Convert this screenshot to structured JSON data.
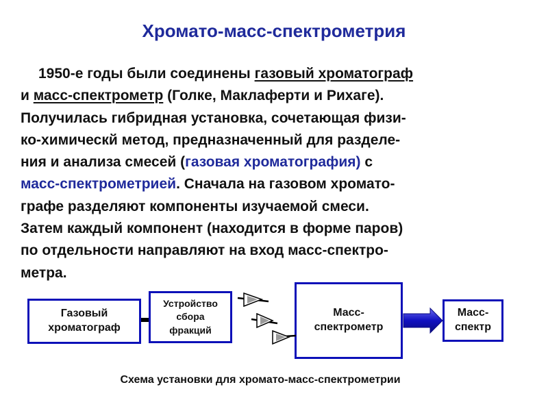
{
  "slide": {
    "title": "Хромато-масс-спектрометрия",
    "paragraph": {
      "l1_a": "1950-е годы были соединены ",
      "l1_b": "газовый хроматограф",
      "l2_a": "и ",
      "l2_b": "масс-спектрометр",
      "l2_c": " (Голке, Маклаферти и Рихаге).",
      "l3": "Получилась гибридная установка, сочетающая физи-",
      "l4": "ко-химическй метод, предназначенный для разделе-",
      "l5_a": "ния и анализа смесей (",
      "l5_b": "газовая хроматография)",
      "l5_c": " с",
      "l6_a": "масс-спектрометрией",
      "l6_b": ". Сначала на газовом хромато-",
      "l7": "графе разделяют компоненты изучаемой смеси.",
      "l8": "Затем каждый компонент (находится в форме паров)",
      "l9": "по отдельности направляют на вход масс-спектро-",
      "l10": "метра."
    },
    "diagram": {
      "gas_chromatograph": [
        "Газовый",
        "хроматограф"
      ],
      "fraction_collector": [
        "Устройство",
        "сбора",
        "фракций"
      ],
      "mass_spectrometer": [
        "Масс-",
        "спектрометр"
      ],
      "mass_spectrum": [
        "Масс-",
        "спектр"
      ]
    },
    "caption": "Схема установки для хромато-масс-спектрометрии"
  },
  "colors": {
    "title": "#1f2a9b",
    "highlight": "#1f2a9b",
    "box_border": "#0c10b8",
    "arrow_blue": "#1010c0"
  }
}
